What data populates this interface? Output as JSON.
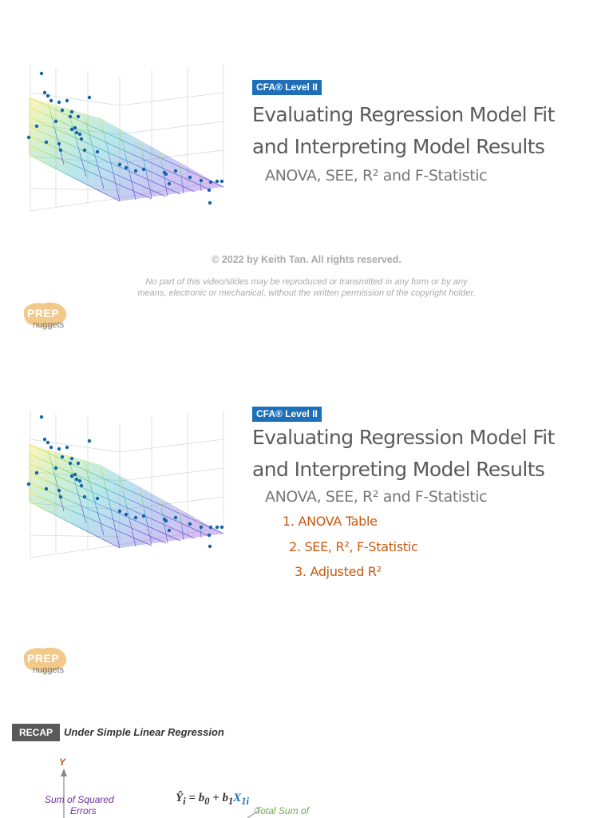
{
  "slide1": {
    "badge": "CFA® Level II",
    "title_line1": "Evaluating Regression Model Fit",
    "title_line2": "and Interpreting Model Results",
    "subtitle": "ANOVA, SEE, R² and F-Statistic",
    "copyright": "© 2022 by Keith Tan. All rights reserved.",
    "disclaimer_line1": "No part of this video/slides may be reproduced or transmitted in any form or by any",
    "disclaimer_line2": "means, electronic or mechanical, without the written permission of the copyright holder.",
    "logo_line1": "PREP",
    "logo_line2": "nuggets"
  },
  "slide2": {
    "badge": "CFA® Level II",
    "title_line1": "Evaluating Regression Model Fit",
    "title_line2": "and Interpreting Model Results",
    "subtitle": "ANOVA, SEE, R² and F-Statistic",
    "toc": [
      "1. ANOVA Table",
      "2. SEE, R², F-Statistic",
      "3. Adjusted R²"
    ],
    "logo_line1": "PREP",
    "logo_line2": "nuggets"
  },
  "slide3": {
    "badge": "RECAP",
    "title": "Under Simple Linear Regression",
    "y_label": "Y",
    "sse_line1": "Sum of Squared",
    "sse_line2": "Errors",
    "equation_lhs": "Ŷ",
    "equation_lhs_sub": "i",
    "equation_mid": " = b",
    "equation_b0_sub": "0",
    "equation_plus": " + b",
    "equation_b1_sub": "1",
    "equation_x": "X",
    "equation_x_sub": "1i",
    "sst_label": "Total Sum of"
  },
  "colors": {
    "badge_blue": "#1c6fb8",
    "toc_orange": "#c55a11",
    "recap_gray": "#595959",
    "sse_purple": "#7030a0",
    "sst_green": "#70ad47",
    "scatter_dot": "#1565a8"
  },
  "icons": [
    "regression-surface-plot",
    "prep-nuggets-logo"
  ]
}
